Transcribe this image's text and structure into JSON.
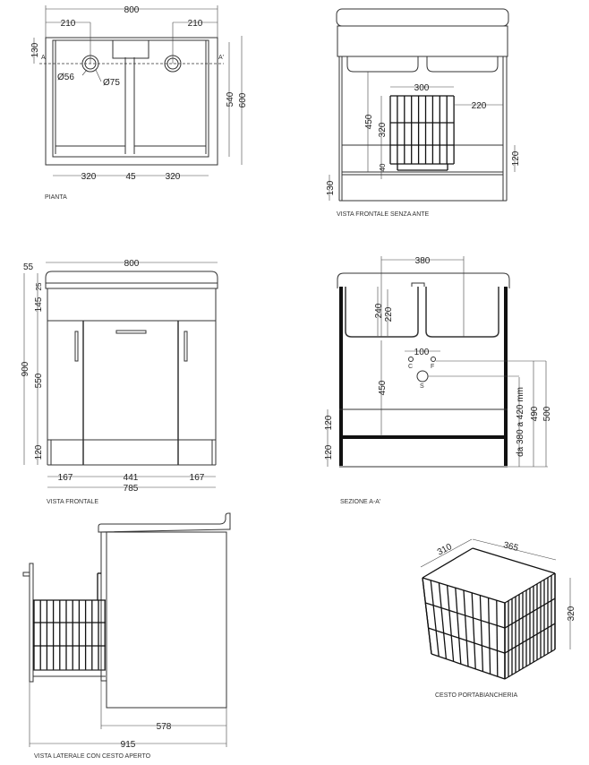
{
  "views": {
    "pianta": {
      "label": "PIANTA",
      "dims": {
        "width": "800",
        "left_hole": "210",
        "right_hole": "210",
        "depth_offset": "130",
        "inner_depth": "540",
        "depth": "600",
        "d56": "Ø56",
        "d75": "Ø75",
        "basin_left": "320",
        "gap": "45",
        "basin_right": "320",
        "sec_a": "A",
        "sec_a2": "A'"
      }
    },
    "frontale_senza_ante": {
      "label": "VISTA FRONTALE SENZA ANTE",
      "dims": {
        "basket_w": "300",
        "side": "220",
        "h450": "450",
        "basket_h": "320",
        "h40": "40",
        "h120": "120",
        "h130": "130"
      }
    },
    "frontale": {
      "label": "VISTA FRONTALE",
      "dims": {
        "width": "800",
        "h55": "55",
        "h25": "25",
        "h145": "145",
        "h900": "900",
        "h550": "550",
        "h120": "120",
        "w167a": "167",
        "w441": "441",
        "w167b": "167",
        "w785": "785"
      }
    },
    "sezione": {
      "label": "SEZIONE A-A'",
      "dims": {
        "w380": "380",
        "h240": "240",
        "h220": "220",
        "h450": "450",
        "w100": "100",
        "c": "C",
        "f": "F",
        "s": "S",
        "h120a": "120",
        "h120b": "120",
        "range": "da 380 a 420 mm",
        "h490": "490",
        "h500": "500"
      }
    },
    "laterale": {
      "label": "VISTA LATERALE CON CESTO APERTO",
      "dims": {
        "d578": "578",
        "d915": "915"
      }
    },
    "cesto": {
      "label": "CESTO PORTABIANCHERIA",
      "dims": {
        "d310": "310",
        "d365": "365",
        "h320": "320"
      }
    }
  }
}
